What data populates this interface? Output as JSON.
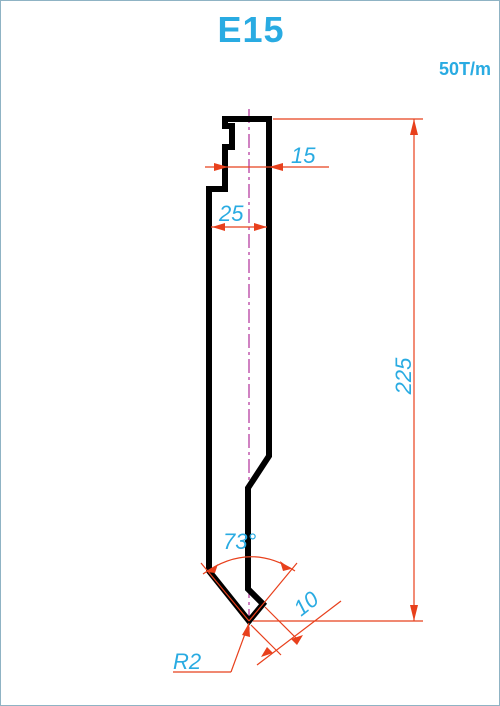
{
  "title": "E15",
  "tonnage": "50T/m",
  "dimensions": {
    "height": "225",
    "tang_width": "15",
    "body_width": "25",
    "angle": "73°",
    "tip_length": "10",
    "radius": "R2"
  },
  "colors": {
    "title": "#29abe2",
    "dimension_text": "#29abe2",
    "dimension_line": "#e8401c",
    "profile": "#000000",
    "center_line": "#b0309a"
  }
}
